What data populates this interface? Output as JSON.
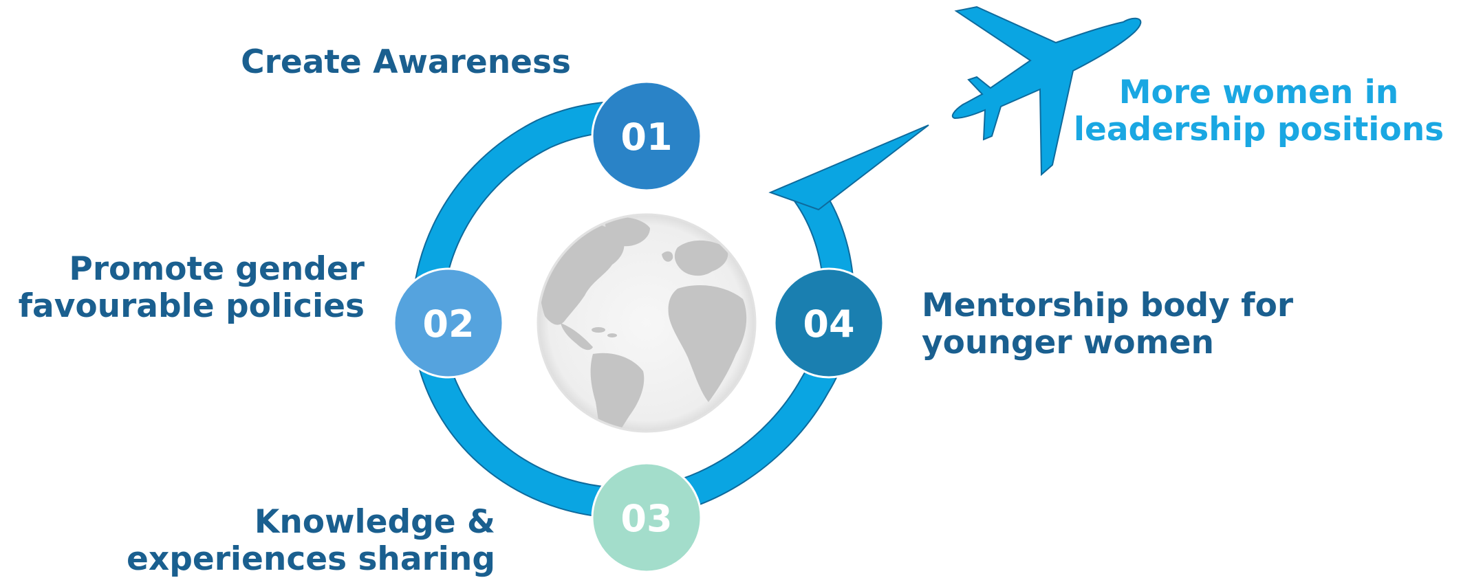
{
  "steps": [
    {
      "number": "01",
      "label_lines": [
        "Create Awareness"
      ],
      "color": "#2a83c7"
    },
    {
      "number": "02",
      "label_lines": [
        "Promote gender",
        "favourable policies"
      ],
      "color": "#55a3de"
    },
    {
      "number": "03",
      "label_lines": [
        "Knowledge &",
        "experiences sharing"
      ],
      "color": "#a3ddcb"
    },
    {
      "number": "04",
      "label_lines": [
        "Mentorship body for",
        "younger women"
      ],
      "color": "#1a7fb0"
    }
  ],
  "goal": {
    "lines": [
      "More women in",
      "leadership positions"
    ],
    "color": "#1aa7e2"
  },
  "colors": {
    "ring": "#0aa5e2",
    "ring_outline": "#0e6a9c",
    "label_text": "#1a5f8f",
    "globe": "#cccccc"
  },
  "icons": {
    "airplane": "airplane-icon",
    "globe": "globe-icon"
  }
}
